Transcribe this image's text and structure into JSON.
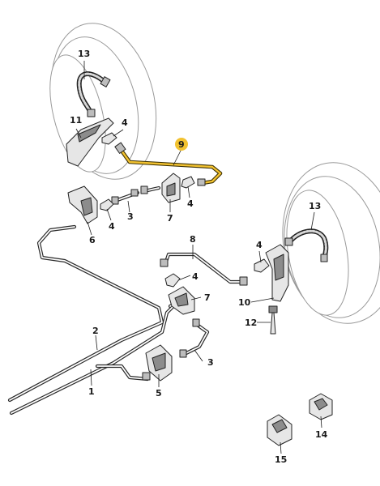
{
  "callouts": {
    "c13_top": "13",
    "c11": "11",
    "c4_a": "4",
    "c9": "9",
    "c4_b": "4",
    "c7_top": "7",
    "c3_top": "3",
    "c4_c": "4",
    "c6": "6",
    "c8": "8",
    "c4_d": "4",
    "c13_right": "13",
    "c4_e": "4",
    "c7_mid": "7",
    "c10": "10",
    "c12": "12",
    "c2": "2",
    "c3_bottom": "3",
    "c1": "1",
    "c5": "5",
    "c14": "14",
    "c15": "15"
  },
  "colors": {
    "highlight": "#f2c230",
    "line": "#1a1a1a"
  }
}
